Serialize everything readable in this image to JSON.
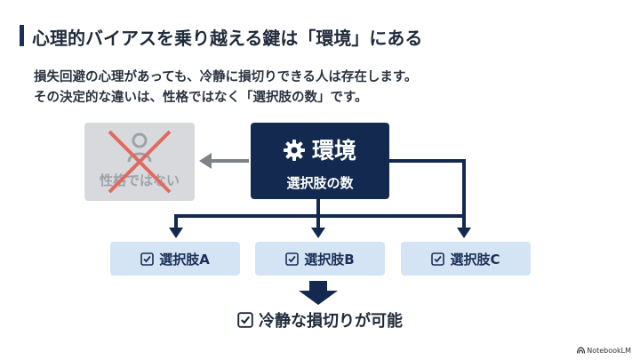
{
  "title": "心理的バイアスを乗り越える鍵は「環境」にある",
  "subtitle_lines": [
    "損失回避の心理があっても、冷静に損切りできる人は存在します。",
    "その決定的な違いは、性格ではなく「選択肢の数」です。"
  ],
  "not_personality": {
    "label": "性格ではない",
    "icon": "person-icon",
    "overlay": "cross-icon",
    "color": "#d7d9dc"
  },
  "environment": {
    "icon": "gear-icon",
    "title": "環境",
    "subtitle": "選択肢の数",
    "color": "#13294f"
  },
  "options": [
    {
      "label": "選択肢A",
      "icon": "checkbox-icon"
    },
    {
      "label": "選択肢B",
      "icon": "checkbox-icon"
    },
    {
      "label": "選択肢C",
      "icon": "checkbox-icon"
    }
  ],
  "result": {
    "label": "冷静な損切りが可能",
    "icon": "checkbox-icon"
  },
  "watermark": "NotebookLM",
  "colors": {
    "accent": "#1b2f57",
    "option_bg": "#d4e4f4",
    "grey_arrow": "#7f8286"
  }
}
